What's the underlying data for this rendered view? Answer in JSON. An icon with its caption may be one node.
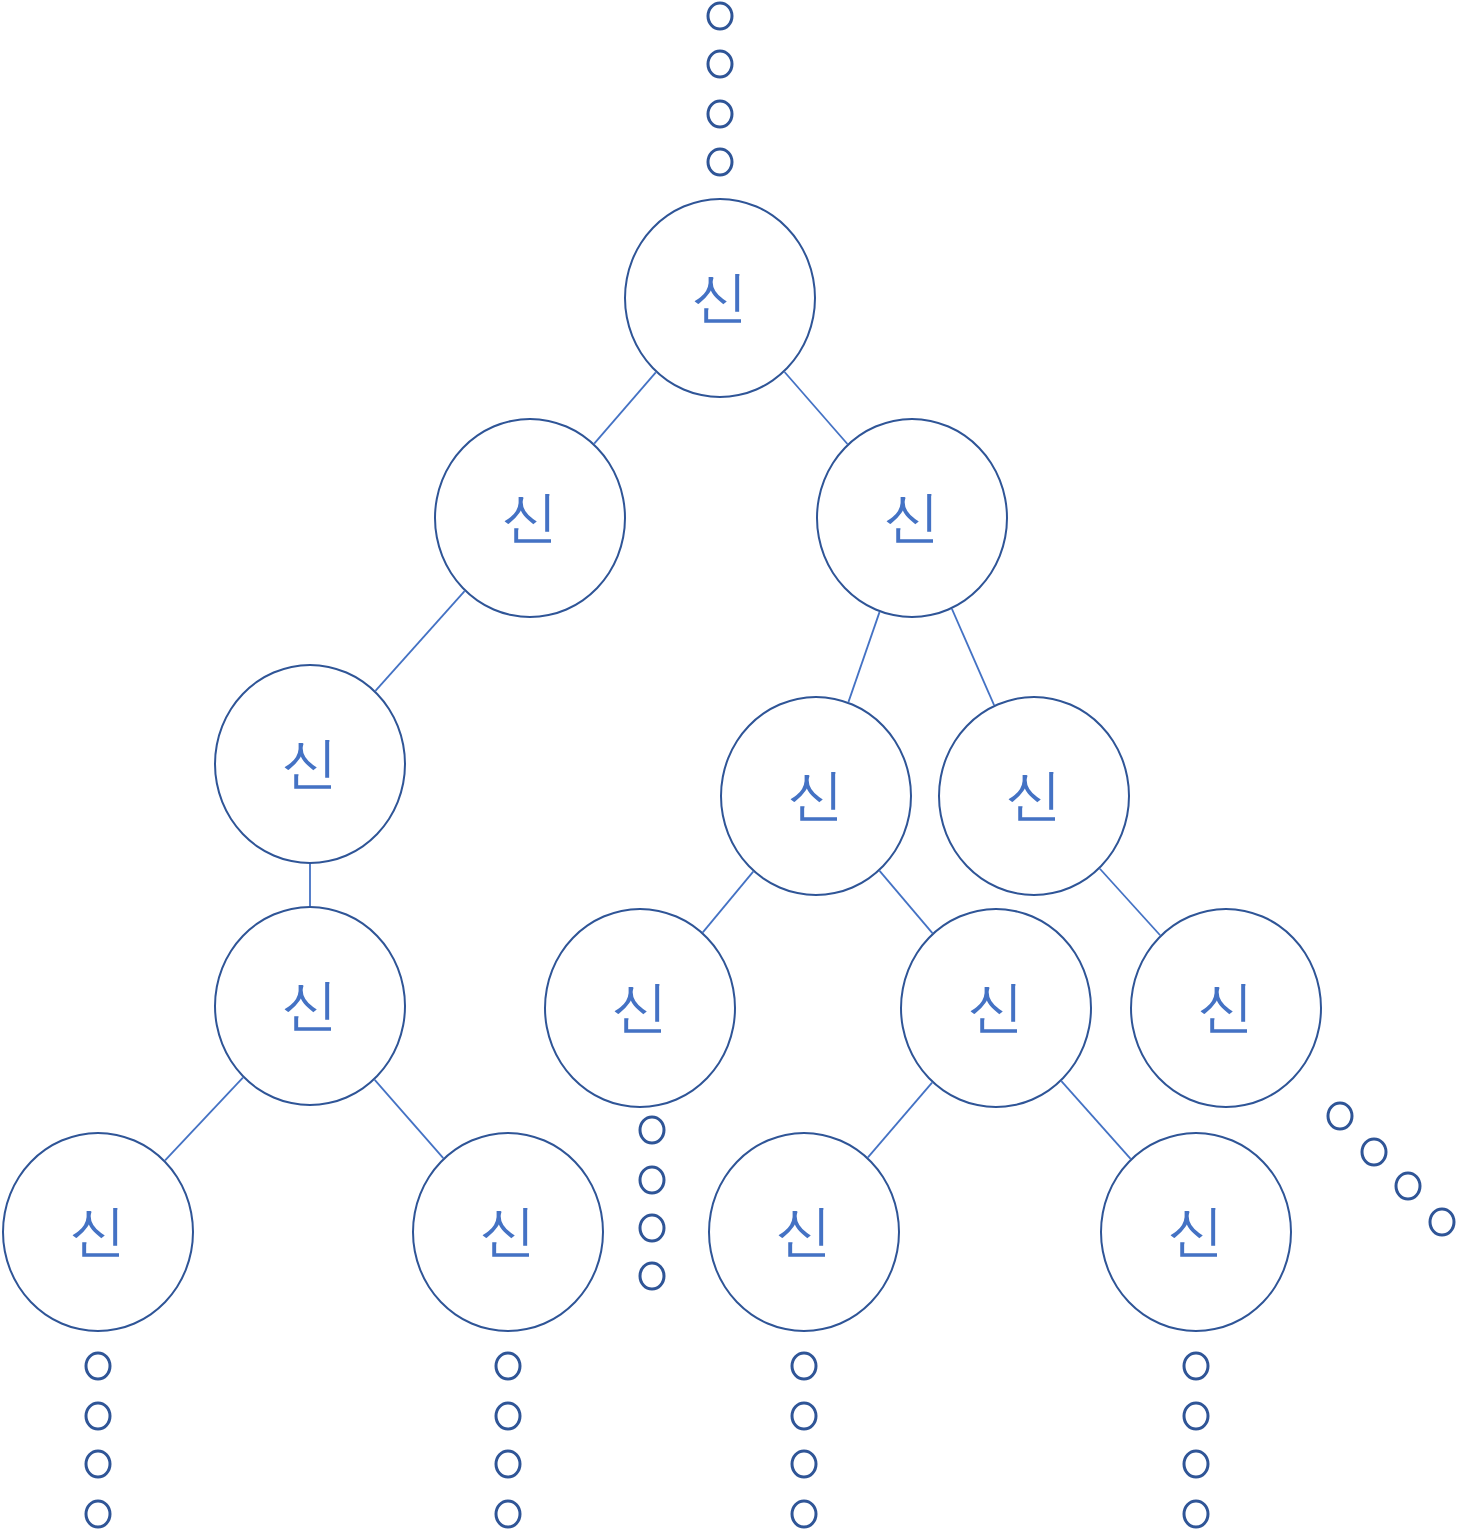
{
  "diagram": {
    "nodes": [
      {
        "text": [
          "신"
        ]
      },
      {
        "text": [
          "신"
        ]
      },
      {
        "text": [
          "신"
        ]
      },
      {
        "text": [
          "신"
        ]
      },
      {
        "text": [
          "신"
        ]
      },
      {
        "text": [
          "신"
        ]
      },
      {
        "text": [
          "신"
        ]
      },
      {
        "text": [
          "신"
        ]
      },
      {
        "text": [
          "신"
        ]
      },
      {
        "text": [
          "신"
        ]
      },
      {
        "text": [
          "신"
        ]
      },
      {
        "text": [
          "신"
        ]
      },
      {
        "text": [
          "신"
        ]
      },
      {
        "text": [
          "신"
        ]
      }
    ],
    "edges": [
      {
        "from": 0,
        "to": 1,
        "arrow": "none"
      },
      {
        "from": 0,
        "to": 2,
        "arrow": "none"
      },
      {
        "from": 1,
        "to": 3,
        "arrow": "none"
      },
      {
        "from": 2,
        "to": 4,
        "arrow": "none"
      },
      {
        "from": 2,
        "to": 5,
        "arrow": "none"
      },
      {
        "from": 3,
        "to": 6,
        "arrow": "none"
      },
      {
        "from": 4,
        "to": 7,
        "arrow": "none"
      },
      {
        "from": 4,
        "to": 8,
        "arrow": "none"
      },
      {
        "from": 5,
        "to": 9,
        "arrow": "none"
      },
      {
        "from": 6,
        "to": 10,
        "arrow": "none"
      },
      {
        "from": 6,
        "to": 11,
        "arrow": "none"
      },
      {
        "from": 8,
        "to": 12,
        "arrow": "none"
      },
      {
        "from": 8,
        "to": 13,
        "arrow": "none"
      }
    ]
  }
}
